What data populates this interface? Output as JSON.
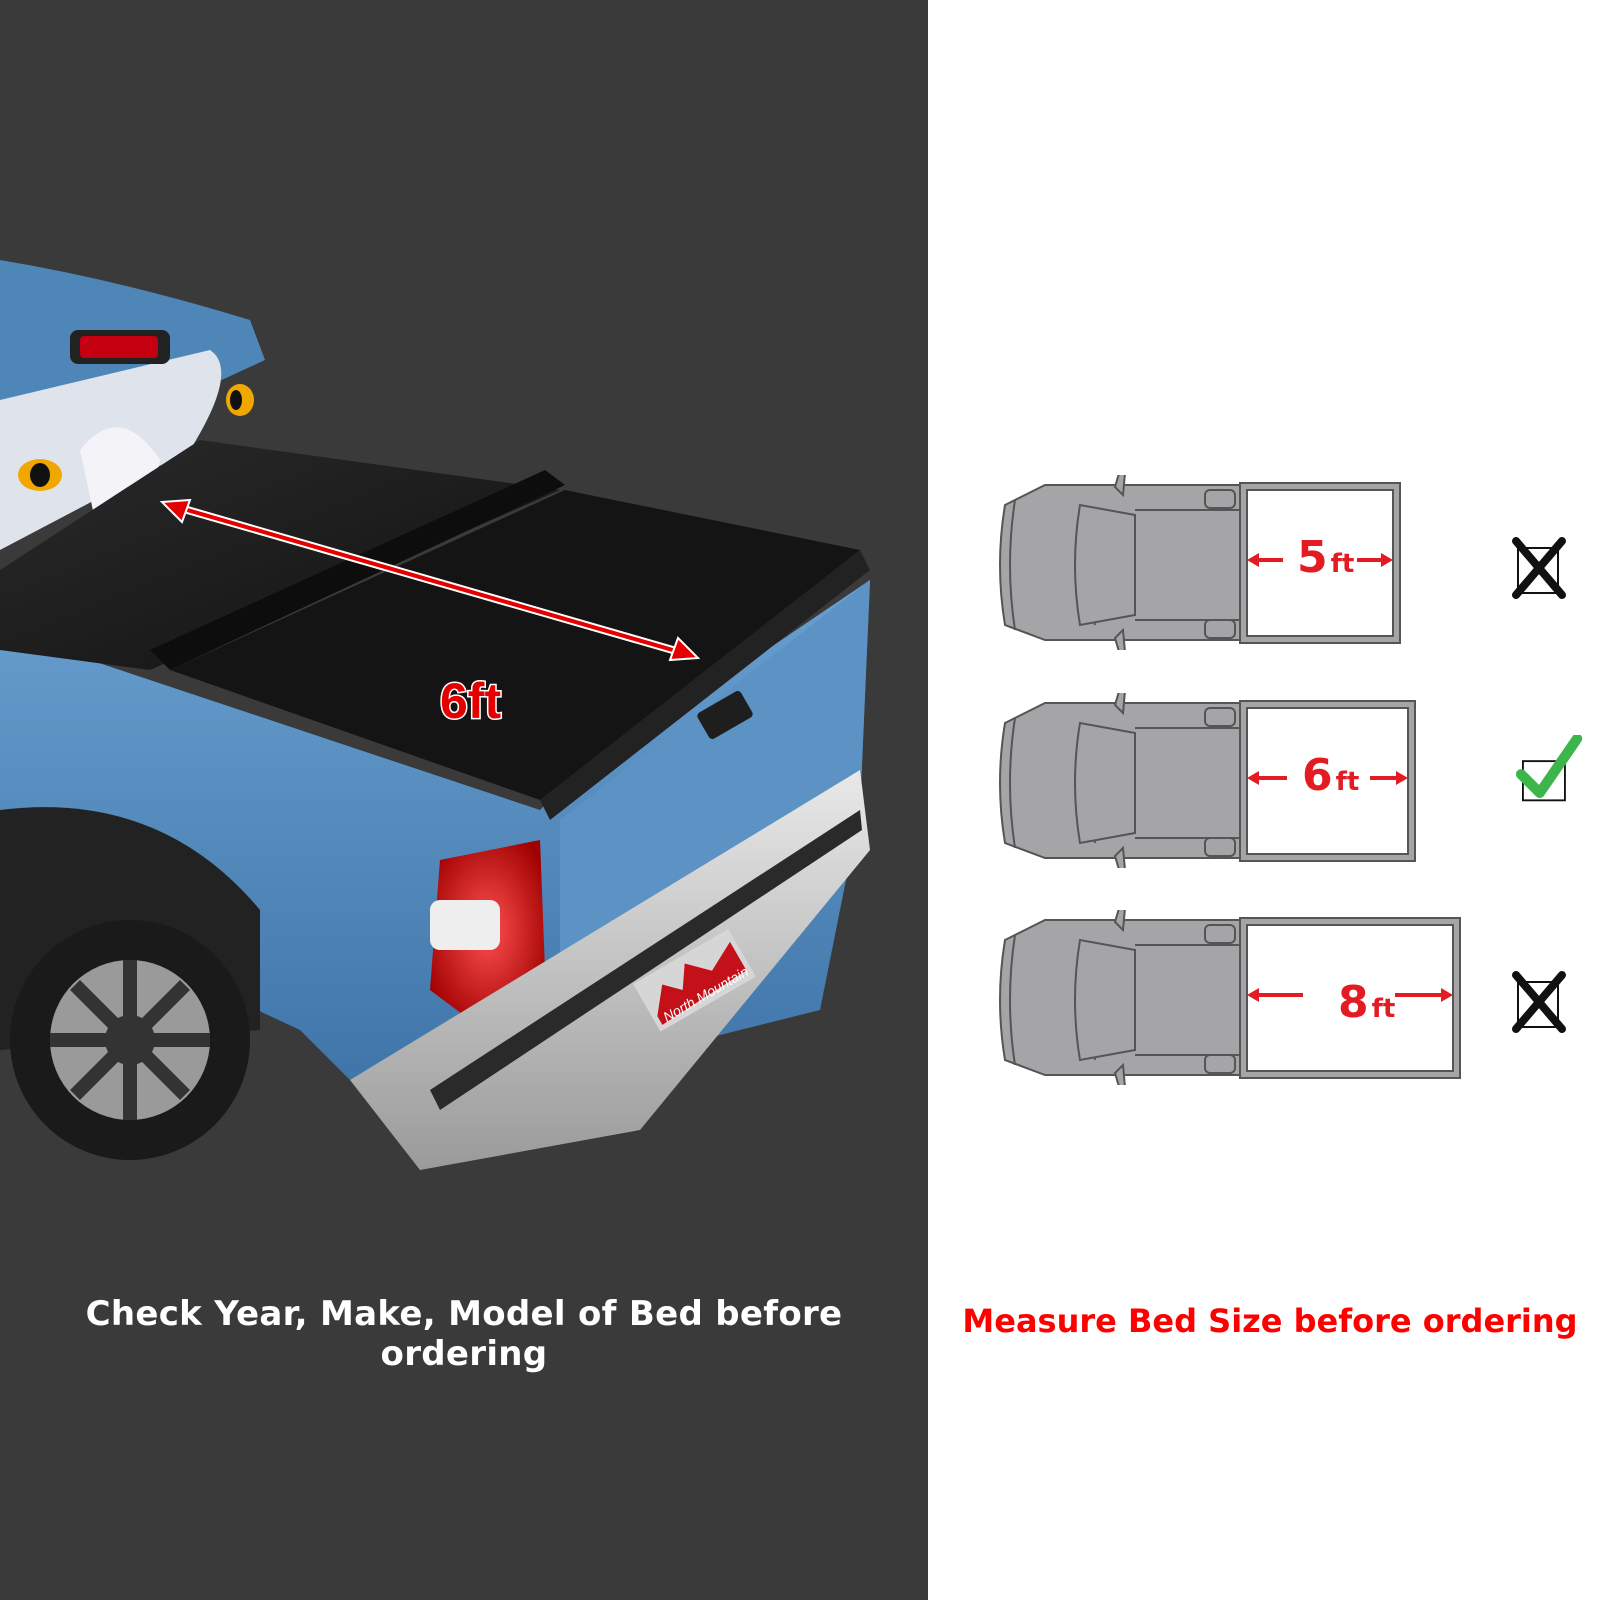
{
  "left_panel": {
    "background": "#3a3a3a",
    "photo": {
      "subject": "blue pickup truck with soft roll-up tonneau cover",
      "measurement_label": "6ft",
      "license_plate_text": "North Mountain"
    },
    "caption": "Check Year, Make, Model of Bed before ordering"
  },
  "right_panel": {
    "background": "#ffffff",
    "diagrams": [
      {
        "size": "5",
        "unit": "ft",
        "status": "incorrect",
        "status_icon": "x-box-icon"
      },
      {
        "size": "6",
        "unit": "ft",
        "status": "correct",
        "status_icon": "check-box-icon"
      },
      {
        "size": "8",
        "unit": "ft",
        "status": "incorrect",
        "status_icon": "x-box-icon"
      }
    ],
    "caption": "Measure Bed Size before ordering"
  },
  "colors": {
    "accent_red": "#e31b23",
    "caption_red": "#ff0000",
    "check_green": "#3cb54a",
    "truck_blue": "#4f86b8"
  }
}
